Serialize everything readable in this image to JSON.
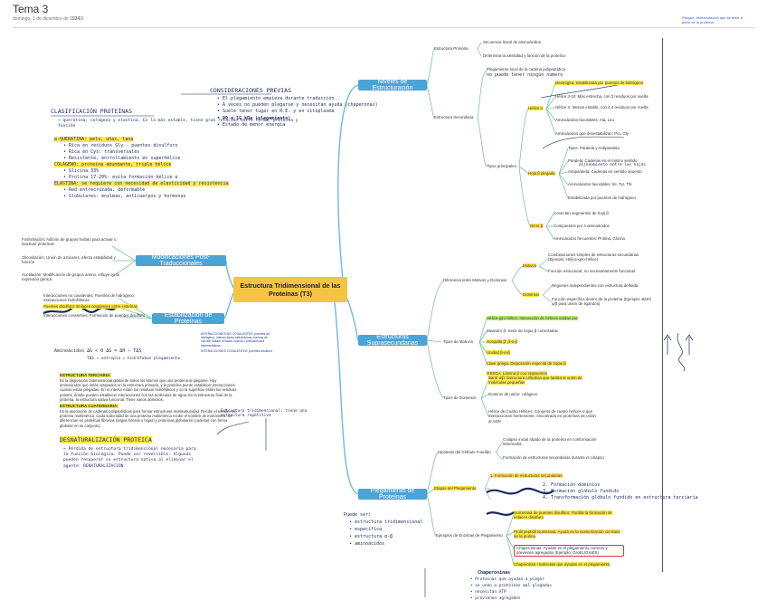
{
  "page": {
    "title": "Tema 3",
    "date": "domingo, 1 de diciembre de 2024",
    "time": "23:16",
    "note": "Pliegue, estructuración que se tiene a partir de la proteína"
  },
  "central": {
    "title": "Estructura Tridimensional de las Proteínas (T3)"
  },
  "branches": {
    "estructuracion": "Niveles de Estructuración",
    "supra": "Estructuras Suprasecundarias",
    "plegamiento": "Plegamiento de Proteínas",
    "postraduccional": "Modificaciones Post-Traduccionales",
    "estabilizacion": "Estabilización de Proteínas"
  },
  "primaria": {
    "label": "Estructura Primaria",
    "items": [
      "Secuencia lineal de aminoácidos",
      "Determina la identidad y función de la proteína"
    ]
  },
  "secundaria": {
    "label": "Estructura Secundaria",
    "intro": "Plegamiento local de la cadena polipeptídica",
    "intro_hw": "no puede tener ningún numero",
    "tipos": "Tipos principales",
    "helice": {
      "label": "Hélice α",
      "dextrogira": "Dextrógira, estabilizada por",
      "dextrogira_hl": "puentes de hidrógeno",
      "paso": "Hélice 3-10: Más estrecha, con 3 residuos por vuelta",
      "pi": "Hélice π: Menos estable, con 4,4 residuos por vuelta",
      "favorables": "Aminoácidos favorables: Ala, Leu",
      "desestabilizan": "Aminoácidos que desestabilizan: Pro, Gly"
    },
    "hoja": {
      "label": "Hoja β plegada",
      "tipos": "Tipos: Paralela y Antiparalela",
      "paralela": "Paralela: Cadenas en el mismo sentido",
      "antiparalela": "Antiparalela: Cadenas en sentido opuesto",
      "favorables": "Aminoácidos favorables: Ile, Tyr, Thr",
      "estabilizada": "Estabilizada por puentes de hidrógeno"
    },
    "giros": {
      "label": "Giros β",
      "conectan": "Conectan segmentos de hoja β",
      "compuestos": "Compuestos por 4 aminoácidos",
      "frecuentes": "Aminoácidos frecuentes: Prolina, Glicina"
    }
  },
  "supra": {
    "diferencia": "Diferencia entre Motivos y Dominios",
    "motivos": "Motivos",
    "motivos_desc": "Combinaciones simples de estructuras secundarias (Ejemplo: Hélice-giro-hélice)",
    "motivos_func": "Función estructural, no necesariamente funcional",
    "dominios": "Dominios",
    "dominios_reg": "Regiones independientes con estructura definida",
    "dominios_func": "Función específica dentro de la proteína (Ejemplo: Barril α/β para unión de ligandos)",
    "tipos_motivos": "Tipos de Motivos",
    "tm_items": [
      "Hélice-giro-hélice: Interacción de hélices unidas por",
      "Meandro β: Serie de hojas β conectadas",
      "Horquilla β: β-α-β",
      "Unidad β-α-β",
      "Llave griega: Disposición especial de hojas β",
      "GSECA: Lámina β con segmentos"
    ],
    "tipos_dominios": "Tipos de Dominios",
    "td_items": [
      "Barril α/β: Estructura cilíndrica que facilita la unión de moléculas pequeñas",
      "Dominio de unión: colágeno",
      "Hélice de Cuatro Hélices: Conjunto de cuatro hélices α que interaccionan fuertemente, encontrado en proteínas de unión al ADN"
    ]
  },
  "plegamiento": {
    "hipotesis": "Hipótesis del Glóbulo Fundido",
    "colapso": "Colapso inicial rápido de la proteína en conformación intermedia",
    "formacion": "Formación de estructuras secundarias durante el colapso",
    "etapas": "Etapas del Plegamiento",
    "etapas_items": [
      "1. Formación de estructuras secundarias",
      "2. Formación dominios",
      "3. Formación glóbulo fundido",
      "4. Transformación glóbulo fundido en estructura terciaria"
    ],
    "enzimas": "Ejemplos de Enzimas de Plegamiento",
    "enzimas_items": [
      "Isomerasa de puentes disulfuro: Facilita la formación de enlaces disulfuro",
      "Prolil peptidil isomerasa: Ayuda en la isomerización cis-trans de la prolina",
      "Chaperoninas: Ayudan en el plegamiento correcto y previenen agregados (Ejemplo: GroEL/GroES)",
      "Chaperonas: moléculas que ayudan en el plegamiento"
    ]
  },
  "postraduccional": {
    "items": [
      "Fosforilación: Adición de grupos fosfato para activar o inactivar proteínas",
      "Glicosilación: Unión de azúcares, afecta estabilidad y función",
      "Acetilación: Modificación de grupos amino, influye en la expresión génica"
    ]
  },
  "estabilizacion": {
    "items": [
      "Interacciones no covalentes: Puentes de hidrógeno, interacciones hidrofóbicas",
      "Puentes disulfuro: Enlaces covalentes entre cisteínas",
      "Interacciones covalentes: Formación de puentes disulfuro"
    ],
    "blue_note_1": "INTERACCIONES NO COVALENTES: puentes de hidrógeno, interacciones hidrofóbicas, fuerzas de van der Waals, enlaces iónicos o interacciones electrostáticas",
    "blue_note_2": "INTERACCIONES COVALENTES: puentes disulfuro"
  },
  "terciaria": {
    "title": "ESTRUCTURA TERCIARIA:",
    "text": "Es la disposición tridimensional global de todos los átomos que una proteína al plegarse. Hay aminoácidos que están atrapados en la estructura primaria, y la proteína puede establecer interacciones cuando están plegadas. En el interior están los residuos hidrofóbicos y en la superficie están los residuos polares, donde pueden establecer interacciones con las moléculas de agua. Es la estructura final de la proteína, la estructura nativa funcional. Tiene varios dominios.",
    "title2": "ESTRUCTURA CUATERNARIA:",
    "text2": "Es la asociación de cadenas polipeptídicas para formar estructuras multisubunidad. Recibe el nombre de proteína multimérica. Cada subunidad de una proteína multimérica recibe el nombre de monómero. Se diferencian en proteínas fibrosas (largas hebras u hojas) y proteínas globulares (cadenas con forma globular en su conjunto)."
  },
  "handwritten": {
    "consideraciones": "CONSIDERACIONES PREVIAS",
    "cons_items": [
      "• El plegamiento empieza durante traducción",
      "• A veces no pueden plegarse y necesitan ayuda (chaperonas)",
      "• Suele tener lugar en R.E. y en citoplasma",
      "• 90 a 1G kDa (plegamiento)",
      "• Estado de menor energía"
    ],
    "clasificacion": "CLASIFICACIÓN PROTEÍNAS",
    "clas_intro": "→ queratina, colágeno y elastina. Es la más estable, tiene gran relación entre forma, proteína y función",
    "clas_items": [
      "α-QUERATINA: pelo, uñas, lana",
      "• Rica en residuos Gly - puentes disulfuro",
      "• Rica en Cys: transversales",
      "• Resistente, enrrollamiento en superhélice",
      "COLÁGENO: proteína abundante, triple hélice",
      "• Glicina 33%",
      "• Prolina 17-20%: evita formación hélice α",
      "ELASTINA: se requiere con necesidad de elasticidad y resistencia",
      "• Red entrecruzada, deformable",
      "• Globulares: enzimas, anticuerpos y hormonas"
    ],
    "formula": "Aminoácidos ΔG < 0    ΔG = ΔH − TΔS",
    "formula2": "TΔS ↑ entropía  ↓  hidrófobas  plegamiento",
    "desnat": "DESNATURALIZACIÓN PROTEICA",
    "desnat_text": "→ Pérdida de estructura tridimensional necesaria para la función biológica. Puede ser reversible. Algunas pueden recuperar su estructura nativa al eliminar el agente: RENATURALIZACIÓN",
    "right_top": "Estructura tridimensional: tiene una estructura repetitiva",
    "bottom_list": [
      "Puede ser:",
      "• estructura tridimensional",
      "• específica",
      "• estructura α-β",
      "• aminoácidos"
    ],
    "bottom_right_title": "Chaperoninas",
    "bottom_right_items": [
      "• Proteínas que ayudan a plegar",
      "• se unen a proteínas mal plegadas",
      "• necesitan ATP",
      "• previenen agregados"
    ],
    "wave_note": "alineamiento entre las hojas"
  },
  "colors": {
    "branch_blue": "#4ba4d6",
    "central": "#f4c542",
    "highlight_yellow": "#ffe94a",
    "highlight_green": "#b8ef7a",
    "ink": "#1c2a58"
  }
}
